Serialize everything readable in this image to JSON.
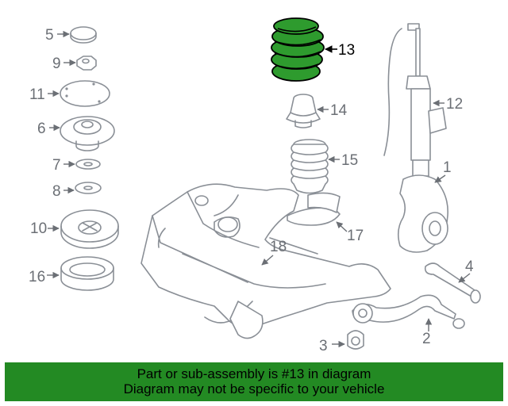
{
  "callouts": {
    "c1": "1",
    "c2": "2",
    "c3": "3",
    "c4": "4",
    "c5": "5",
    "c6": "6",
    "c7": "7",
    "c8": "8",
    "c9": "9",
    "c10": "10",
    "c11": "11",
    "c12": "12",
    "c13": "13",
    "c14": "14",
    "c15": "15",
    "c16": "16",
    "c17": "17",
    "c18": "18"
  },
  "highlight": {
    "part": "13",
    "color": "#2e9b2e"
  },
  "banner": {
    "line1": "Part or sub-assembly is #13 in diagram",
    "line2": "Diagram may not be specific to your vehicle",
    "background": "#238a23"
  }
}
